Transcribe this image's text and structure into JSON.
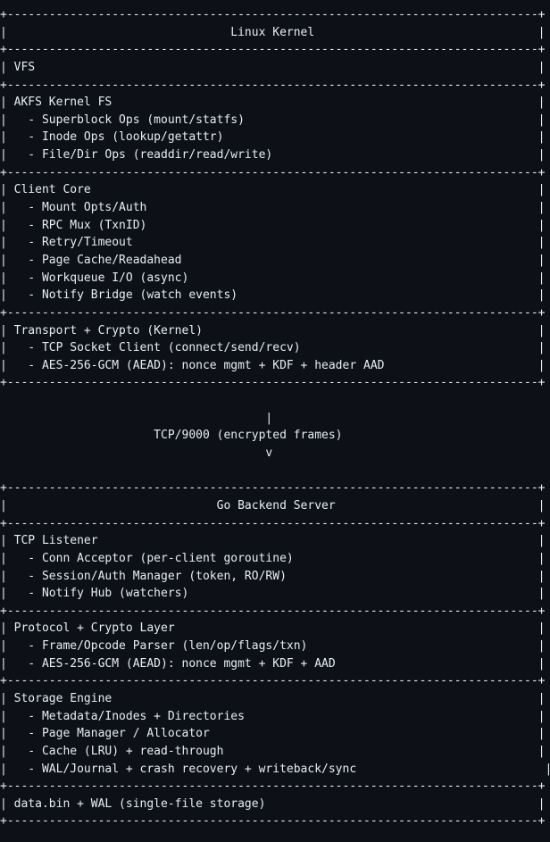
{
  "diagram": {
    "lines": [
      "+----------------------------------------------------------------------------+",
      "|                                Linux Kernel                                |",
      "+----------------------------------------------------------------------------+",
      "| VFS                                                                        |",
      "+----------------------------------------------------------------------------+",
      "| AKFS Kernel FS                                                             |",
      "|   - Superblock Ops (mount/statfs)                                          |",
      "|   - Inode Ops (lookup/getattr)                                             |",
      "|   - File/Dir Ops (readdir/read/write)                                      |",
      "+----------------------------------------------------------------------------+",
      "| Client Core                                                                |",
      "|   - Mount Opts/Auth                                                        |",
      "|   - RPC Mux (TxnID)                                                        |",
      "|   - Retry/Timeout                                                          |",
      "|   - Page Cache/Readahead                                                   |",
      "|   - Workqueue I/O (async)                                                  |",
      "|   - Notify Bridge (watch events)                                           |",
      "+----------------------------------------------------------------------------+",
      "| Transport + Crypto (Kernel)                                                |",
      "|   - TCP Socket Client (connect/send/recv)                                  |",
      "|   - AES-256-GCM (AEAD): nonce mgmt + KDF + header AAD                      |",
      "+----------------------------------------------------------------------------+",
      "",
      "                                      |",
      "                      TCP/9000 (encrypted frames)",
      "                                      v",
      "",
      "+----------------------------------------------------------------------------+",
      "|                              Go Backend Server                             |",
      "+----------------------------------------------------------------------------+",
      "| TCP Listener                                                               |",
      "|   - Conn Acceptor (per-client goroutine)                                   |",
      "|   - Session/Auth Manager (token, RO/RW)                                    |",
      "|   - Notify Hub (watchers)                                                  |",
      "+----------------------------------------------------------------------------+",
      "| Protocol + Crypto Layer                                                    |",
      "|   - Frame/Opcode Parser (len/op/flags/txn)                                 |",
      "|   - AES-256-GCM (AEAD): nonce mgmt + KDF + AAD                             |",
      "+----------------------------------------------------------------------------+",
      "| Storage Engine                                                             |",
      "|   - Metadata/Inodes + Directories                                          |",
      "|   - Page Manager / Allocator                                               |",
      "|   - Cache (LRU) + read-through                                             |",
      "|   - WAL/Journal + crash recovery + writeback/sync                           |",
      "+----------------------------------------------------------------------------+",
      "| data.bin + WAL (single-file storage)                                       |",
      "+----------------------------------------------------------------------------+"
    ]
  }
}
